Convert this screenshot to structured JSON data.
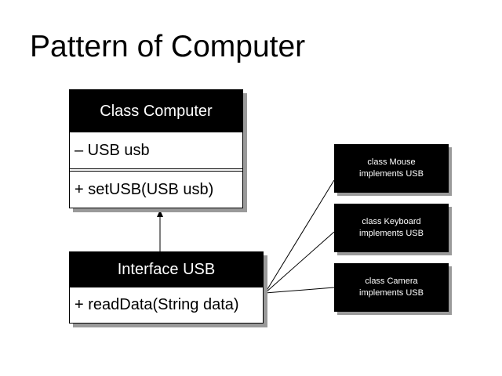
{
  "title": "Pattern of Computer",
  "computer": {
    "header": "Class Computer",
    "attribute": "– USB usb",
    "operation": "+ setUSB(USB usb)"
  },
  "usb": {
    "header": "Interface USB",
    "operation": "+ readData(String data)"
  },
  "implementations": [
    {
      "line1": "class Mouse",
      "line2": "implements USB"
    },
    {
      "line1": "class Keyboard",
      "line2": "implements USB"
    },
    {
      "line1": "class Camera",
      "line2": "implements USB"
    }
  ]
}
